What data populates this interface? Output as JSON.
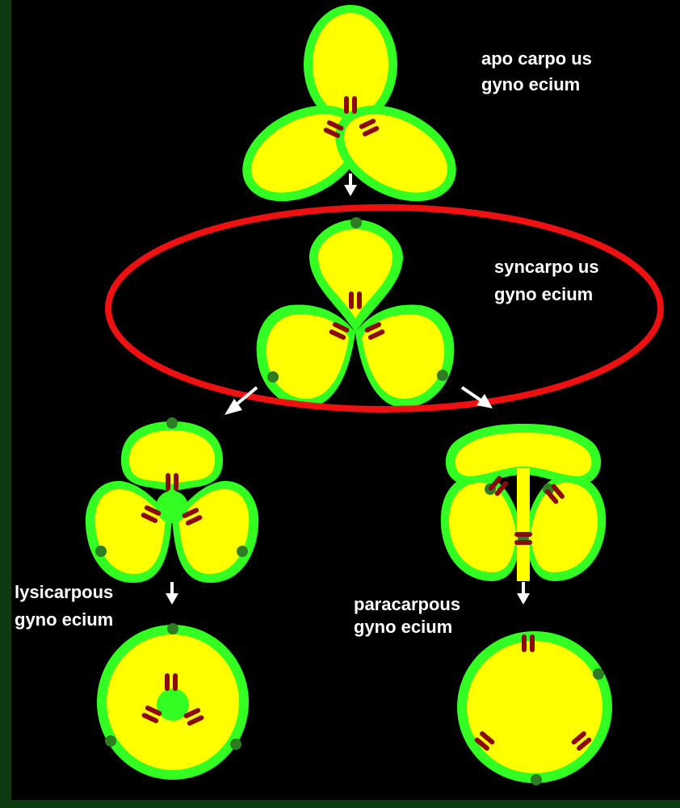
{
  "labels": {
    "apocarpous": [
      "apo carpo us",
      "gyno ecium"
    ],
    "syncarpous": [
      "syncarpo us",
      "gyno ecium"
    ],
    "lysicarpous": [
      "lysicarpous",
      "gyno ecium"
    ],
    "paracarpous": [
      "paracarpous",
      "gyno ecium"
    ]
  },
  "colors": {
    "background": "#000000",
    "border": "#0e3a12",
    "wall": "#33ff22",
    "locule": "#ffff00",
    "ovule": "#8b0a0a",
    "placenta": "#2e7d22",
    "arrow": "#ffffff",
    "highlight": "#ee1111"
  }
}
